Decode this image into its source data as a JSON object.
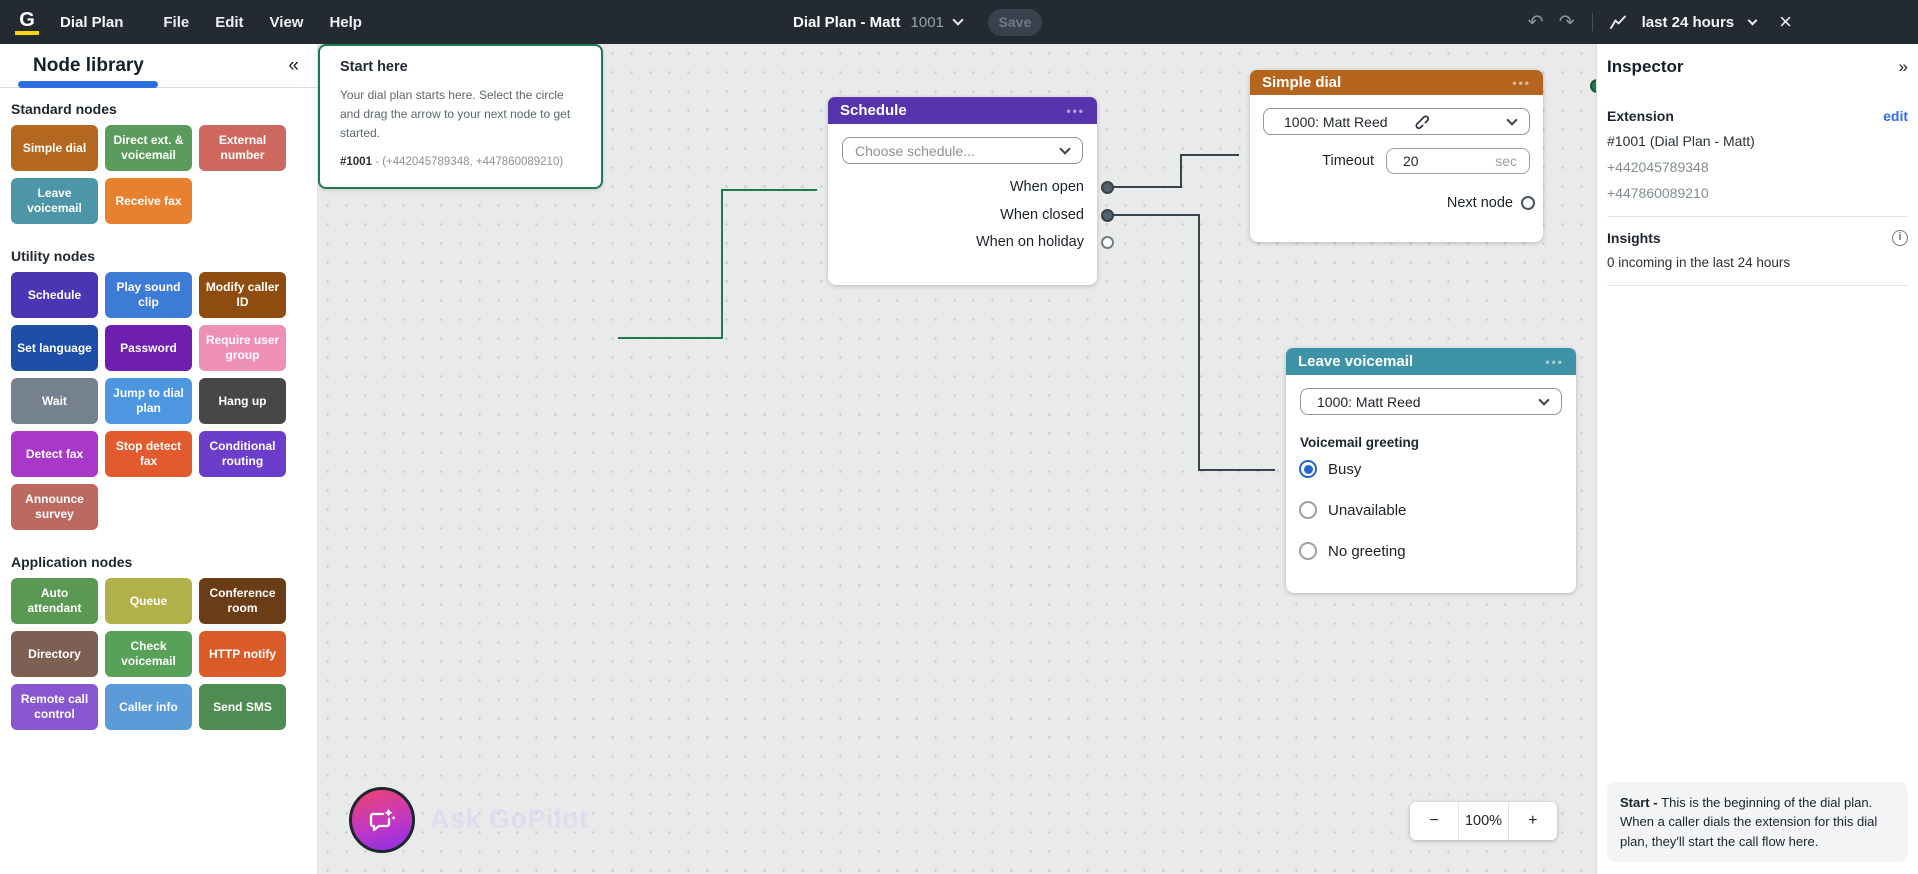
{
  "topbar": {
    "logo": "G",
    "app_title": "Dial Plan",
    "menus": [
      "File",
      "Edit",
      "View",
      "Help"
    ],
    "doc_title": "Dial Plan - Matt",
    "doc_extension": "1001",
    "save_label": "Save",
    "time_range": "last 24 hours"
  },
  "icons": {
    "undo": "↶",
    "redo": "↷",
    "close": "×",
    "collapse_left": "«",
    "collapse_right": "»",
    "node_menu": "•••",
    "info": "i"
  },
  "sidebar": {
    "title": "Node library",
    "sections": [
      {
        "label": "Standard nodes",
        "tiles": [
          {
            "label": "Simple dial",
            "color": "#B4671E"
          },
          {
            "label": "Direct ext. & voicemail",
            "color": "#5C9B5E"
          },
          {
            "label": "External number",
            "color": "#CE685E"
          },
          {
            "label": "Leave voicemail",
            "color": "#4C96A8"
          },
          {
            "label": "Receive fax",
            "color": "#E8802E"
          }
        ]
      },
      {
        "label": "Utility nodes",
        "tiles": [
          {
            "label": "Schedule",
            "color": "#4B35B2"
          },
          {
            "label": "Play sound clip",
            "color": "#3D7CD6"
          },
          {
            "label": "Modify caller ID",
            "color": "#8E4D0E"
          },
          {
            "label": "Set language",
            "color": "#1D4FA8"
          },
          {
            "label": "Password",
            "color": "#6F1FAE"
          },
          {
            "label": "Require user group",
            "color": "#EE8FB5"
          },
          {
            "label": "Wait",
            "color": "#75818D"
          },
          {
            "label": "Jump to dial plan",
            "color": "#4D96E0"
          },
          {
            "label": "Hang up",
            "color": "#474747"
          },
          {
            "label": "Detect fax",
            "color": "#A838C8"
          },
          {
            "label": "Stop detect fax",
            "color": "#E25A2E"
          },
          {
            "label": "Conditional routing",
            "color": "#6A3ECB"
          },
          {
            "label": "Announce survey",
            "color": "#BC6A60"
          }
        ]
      },
      {
        "label": "Application nodes",
        "tiles": [
          {
            "label": "Auto attendant",
            "color": "#5B9854"
          },
          {
            "label": "Queue",
            "color": "#B2B149"
          },
          {
            "label": "Conference room",
            "color": "#6B3D16"
          },
          {
            "label": "Directory",
            "color": "#7D5F53"
          },
          {
            "label": "Check voicemail",
            "color": "#58A158"
          },
          {
            "label": "HTTP notify",
            "color": "#D95B28"
          },
          {
            "label": "Remote call control",
            "color": "#8857D0"
          },
          {
            "label": "Caller info",
            "color": "#5B9BD8"
          },
          {
            "label": "Send SMS",
            "color": "#4F8C51"
          }
        ]
      }
    ]
  },
  "canvas": {
    "start_node": {
      "title": "Start here",
      "body": "Your dial plan starts here. Select the circle and drag the arrow to your next node to get started.",
      "extension": "#1001",
      "numbers": " - (+442045789348, +447860089210)"
    },
    "schedule_node": {
      "title": "Schedule",
      "placeholder": "Choose schedule...",
      "outputs": [
        "When open",
        "When closed",
        "When on holiday"
      ]
    },
    "simple_dial_node": {
      "title": "Simple dial",
      "selection": "1000: Matt Reed",
      "timeout_label": "Timeout",
      "timeout_value": "20",
      "timeout_unit": "sec",
      "output_label": "Next node"
    },
    "leave_voicemail_node": {
      "title": "Leave voicemail",
      "selection": "1000: Matt Reed",
      "greeting_label": "Voicemail greeting",
      "options": [
        {
          "label": "Busy",
          "selected": true
        },
        {
          "label": "Unavailable",
          "selected": false
        },
        {
          "label": "No greeting",
          "selected": false
        }
      ]
    },
    "gopilot_label": "Ask GoPilot",
    "zoom": {
      "out": "−",
      "level": "100%",
      "in": "+"
    }
  },
  "inspector": {
    "title": "Inspector",
    "extension_section": {
      "label": "Extension",
      "edit": "edit",
      "value": "#1001 (Dial Plan - Matt)",
      "numbers": [
        "+442045789348",
        "+447860089210"
      ]
    },
    "insights_section": {
      "label": "Insights",
      "value": "0 incoming in the last 24 hours"
    },
    "footer_bold": "Start - ",
    "footer_text": "This is the beginning of the dial plan. When a caller dials the extension for this dial plan, they'll start the call flow here."
  },
  "colors": {
    "accent_blue": "#2D6FE0",
    "schedule_header": "#5733AE",
    "simple_dial_header": "#B5651D",
    "leave_voicemail_header": "#3F93A6",
    "start_border_green": "#1F7B4C",
    "wire_gray": "#39434E",
    "radio_selected": "#2565CB",
    "topbar_bg": "#242A31"
  }
}
